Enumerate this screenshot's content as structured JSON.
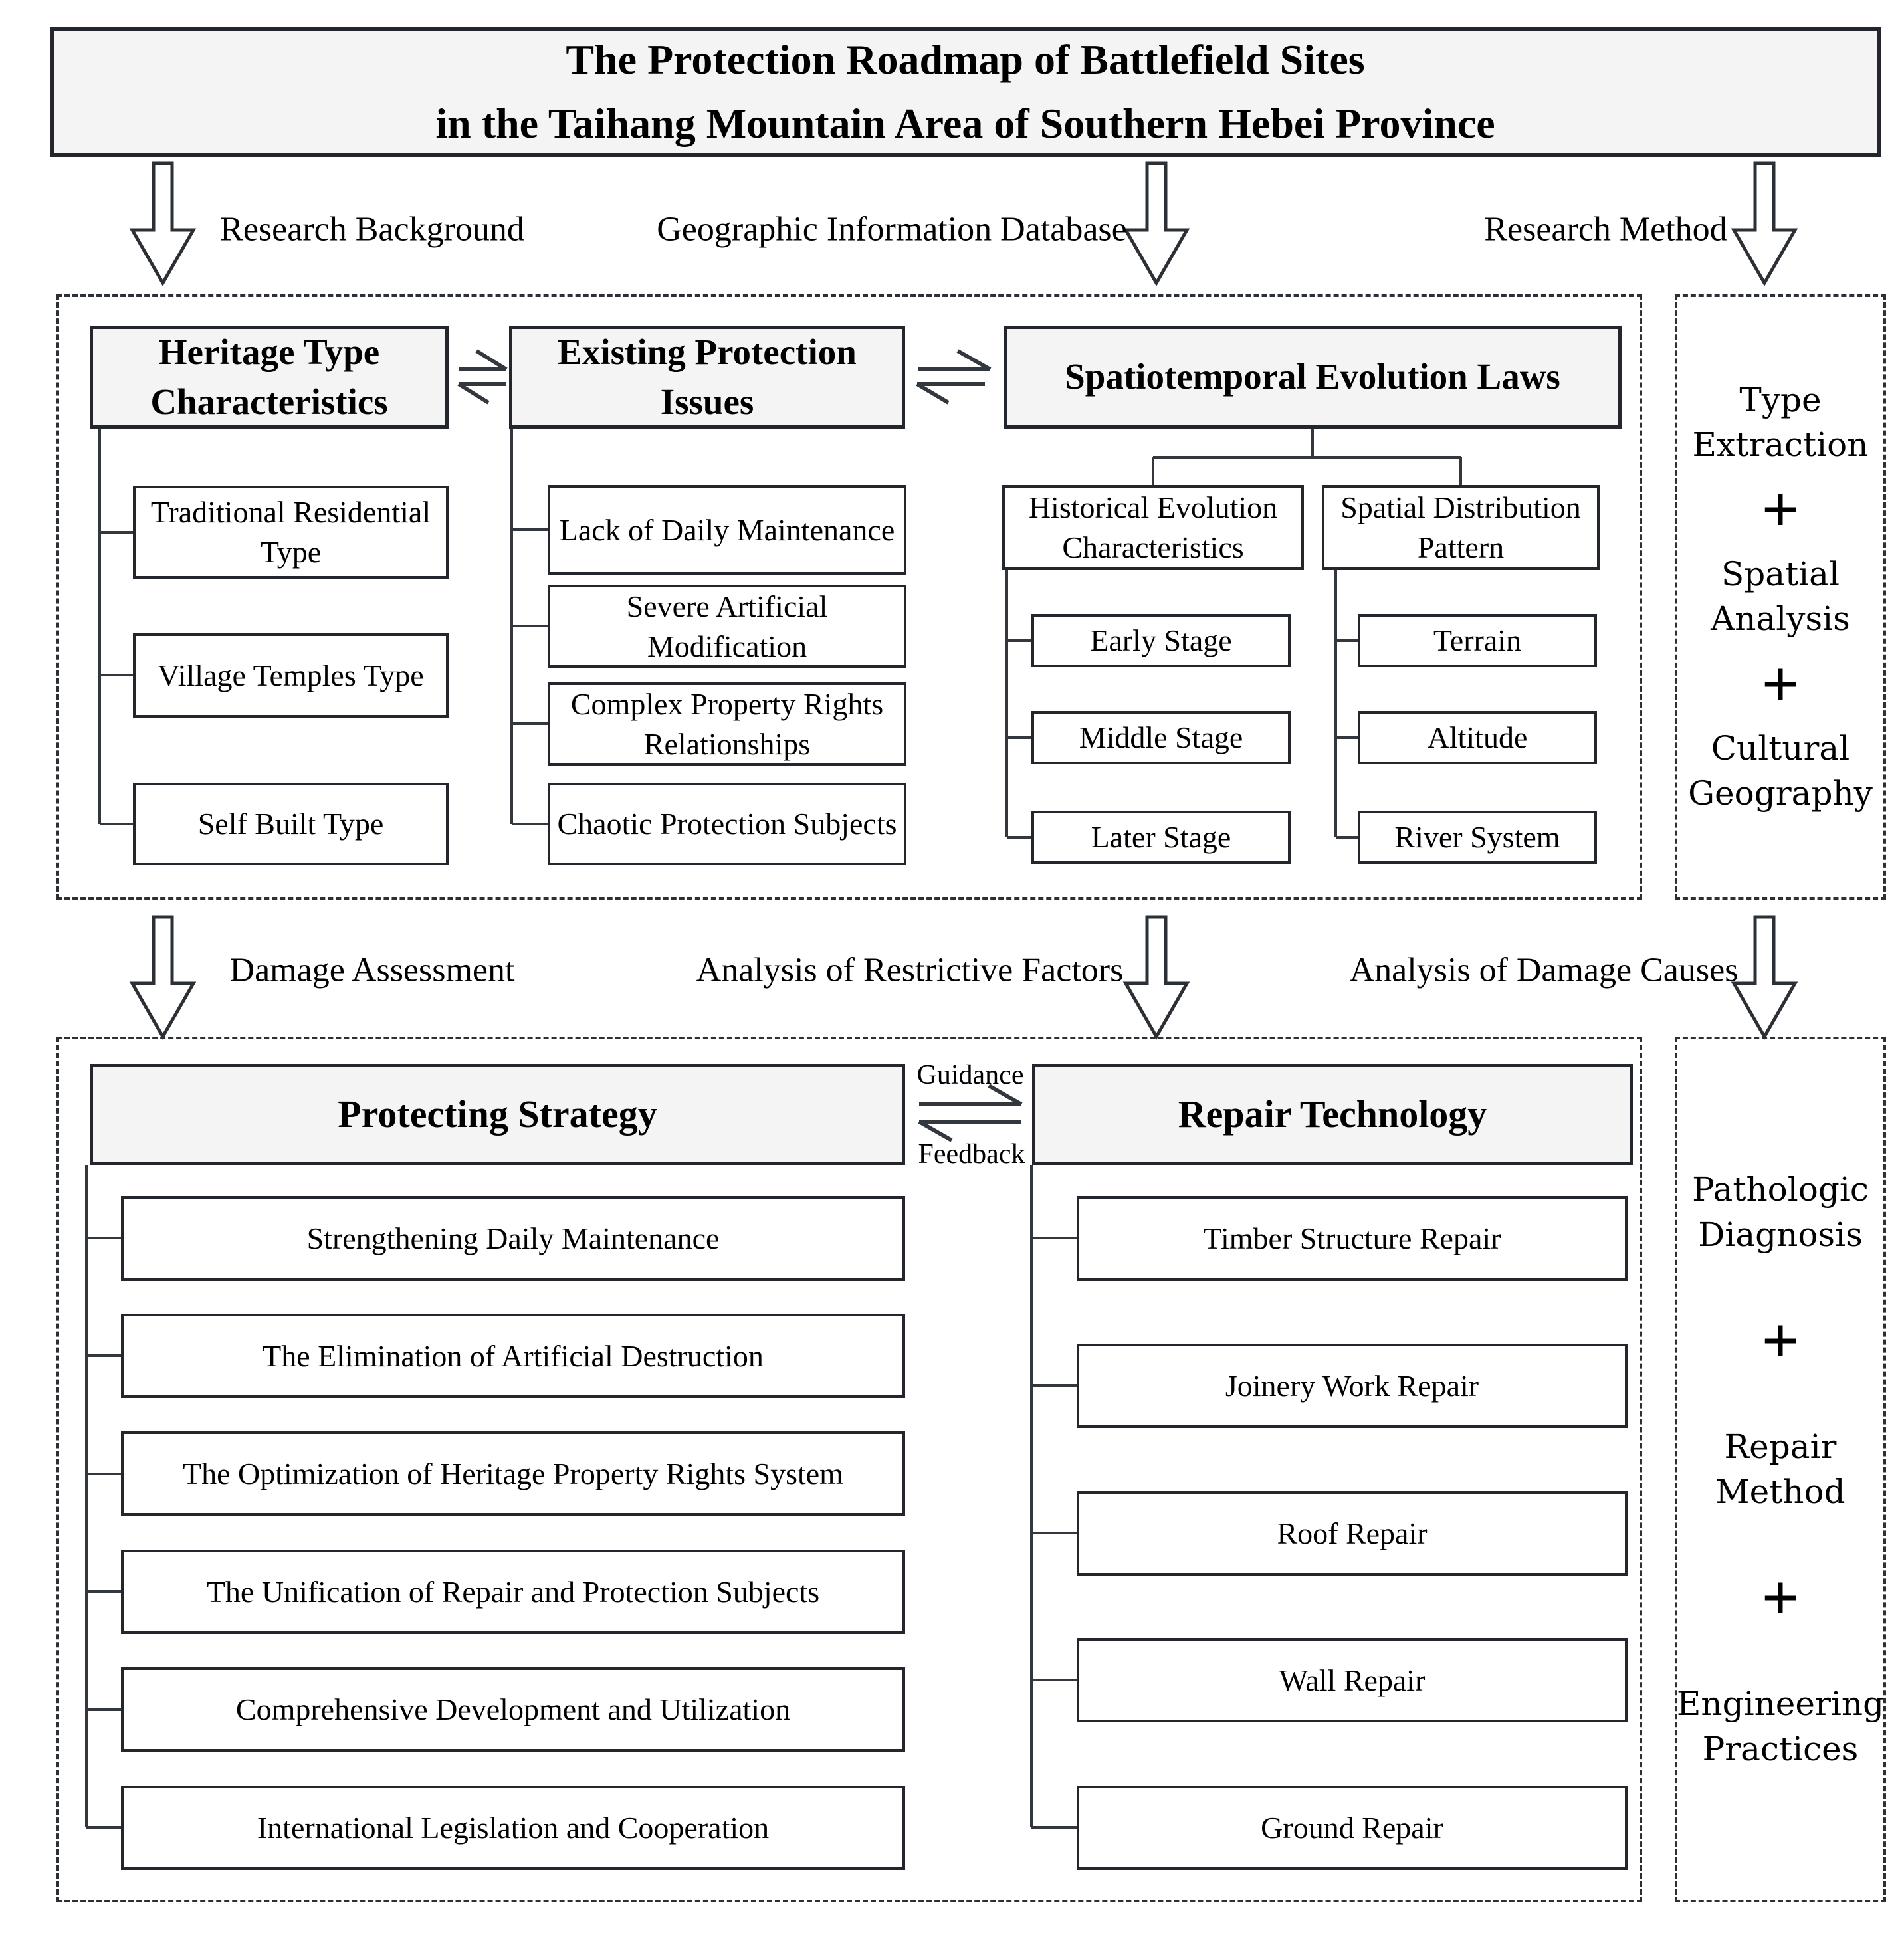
{
  "title": {
    "line1": "The Protection Roadmap of Battlefield Sites",
    "line2": "in the Taihang Mountain Area of Southern Hebei Province"
  },
  "top_arrows": [
    {
      "label": "Research Background"
    },
    {
      "label": "Geographic Information Database"
    },
    {
      "label": "Research Method"
    }
  ],
  "mid_arrows": [
    {
      "label": "Damage Assessment"
    },
    {
      "label": "Analysis of Restrictive Factors"
    },
    {
      "label": "Analysis of Damage Causes"
    }
  ],
  "sections": {
    "heritage": {
      "title": "Heritage Type Characteristics",
      "items": [
        "Traditional Residential Type",
        "Village Temples Type",
        "Self Built Type"
      ]
    },
    "issues": {
      "title": "Existing Protection Issues",
      "items": [
        "Lack of Daily Maintenance",
        "Severe Artificial Modification",
        "Complex Property Rights Relationships",
        "Chaotic Protection Subjects"
      ]
    },
    "evolution": {
      "title": "Spatiotemporal Evolution Laws",
      "subgroups": [
        {
          "title": "Historical Evolution Characteristics",
          "items": [
            "Early Stage",
            "Middle Stage",
            "Later Stage"
          ]
        },
        {
          "title": "Spatial Distribution Pattern",
          "items": [
            "Terrain",
            "Altitude",
            "River System"
          ]
        }
      ]
    },
    "method_top": {
      "plus": "+",
      "items": [
        "Type Extraction",
        "Spatial Analysis",
        "Cultural Geography"
      ]
    },
    "strategy": {
      "title": "Protecting Strategy",
      "items": [
        "Strengthening Daily Maintenance",
        "The Elimination of Artificial Destruction",
        "The Optimization of Heritage Property Rights System",
        "The Unification of Repair and Protection Subjects",
        "Comprehensive Development and Utilization",
        "International Legislation and Cooperation"
      ]
    },
    "repair": {
      "title": "Repair Technology",
      "items": [
        "Timber Structure Repair",
        "Joinery Work Repair",
        "Roof Repair",
        "Wall Repair",
        "Ground Repair"
      ]
    },
    "method_bottom": {
      "plus": "+",
      "items": [
        "Pathologic Diagnosis",
        "Repair Method",
        "Engineering Practices"
      ]
    },
    "exchange": {
      "guidance": "Guidance",
      "feedback": "Feedback"
    }
  },
  "colors": {
    "line": "#33383e",
    "border": "#23272d",
    "header_bg": "#f4f4f4",
    "background": "#ffffff"
  }
}
